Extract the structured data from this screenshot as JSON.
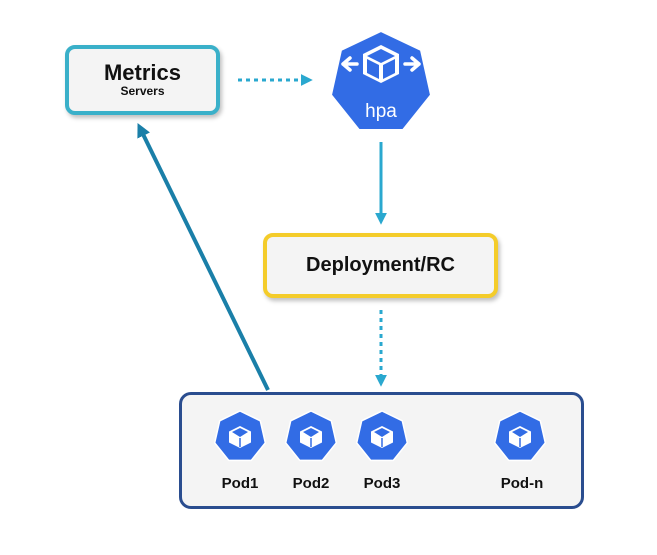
{
  "metrics": {
    "title": "Metrics",
    "subtitle": "Servers"
  },
  "hpa": {
    "label": "hpa"
  },
  "deployment": {
    "label": "Deployment/RC"
  },
  "pods": [
    {
      "label": "Pod1"
    },
    {
      "label": "Pod2"
    },
    {
      "label": "Pod3"
    },
    {
      "label": "Pod-n"
    }
  ],
  "colors": {
    "metrics_border": "#3ab0c9",
    "deployment_border": "#f4cc2a",
    "pods_border": "#2a4d8f",
    "k8s_blue": "#326ce5",
    "arrow_teal": "#2a9fc4",
    "arrow_dark": "#1a7fa8"
  },
  "icons": [
    "kubernetes-cube-icon"
  ]
}
